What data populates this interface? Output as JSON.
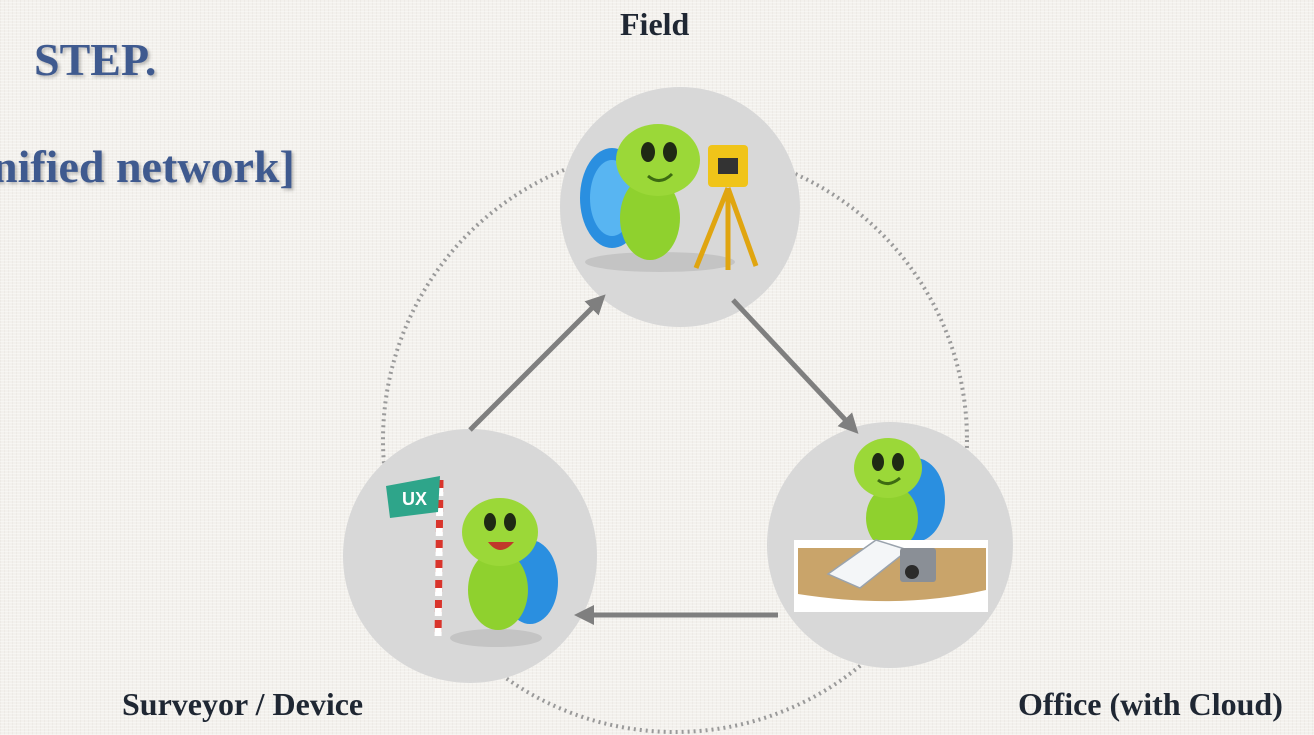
{
  "headings": {
    "step": "STEP.",
    "network": "nified network]"
  },
  "nodes": {
    "field": {
      "label": "Field",
      "icon": "turtle-with-surveying-instrument-icon"
    },
    "surveyor": {
      "label": "Surveyor / Device",
      "icon": "turtle-with-flag-icon",
      "flag_text": "UX"
    },
    "office": {
      "label": "Office (with Cloud)",
      "icon": "turtle-at-desk-icon"
    }
  },
  "colors": {
    "heading": "#3f5a8f",
    "node_circle": "#d8d8d8",
    "arrow": "#7f7f7f",
    "dotted_ring": "#9a9a9a",
    "turtle_body": "#8fd12e",
    "turtle_shell": "#2a8fe0",
    "flag": "#2ea58a"
  }
}
